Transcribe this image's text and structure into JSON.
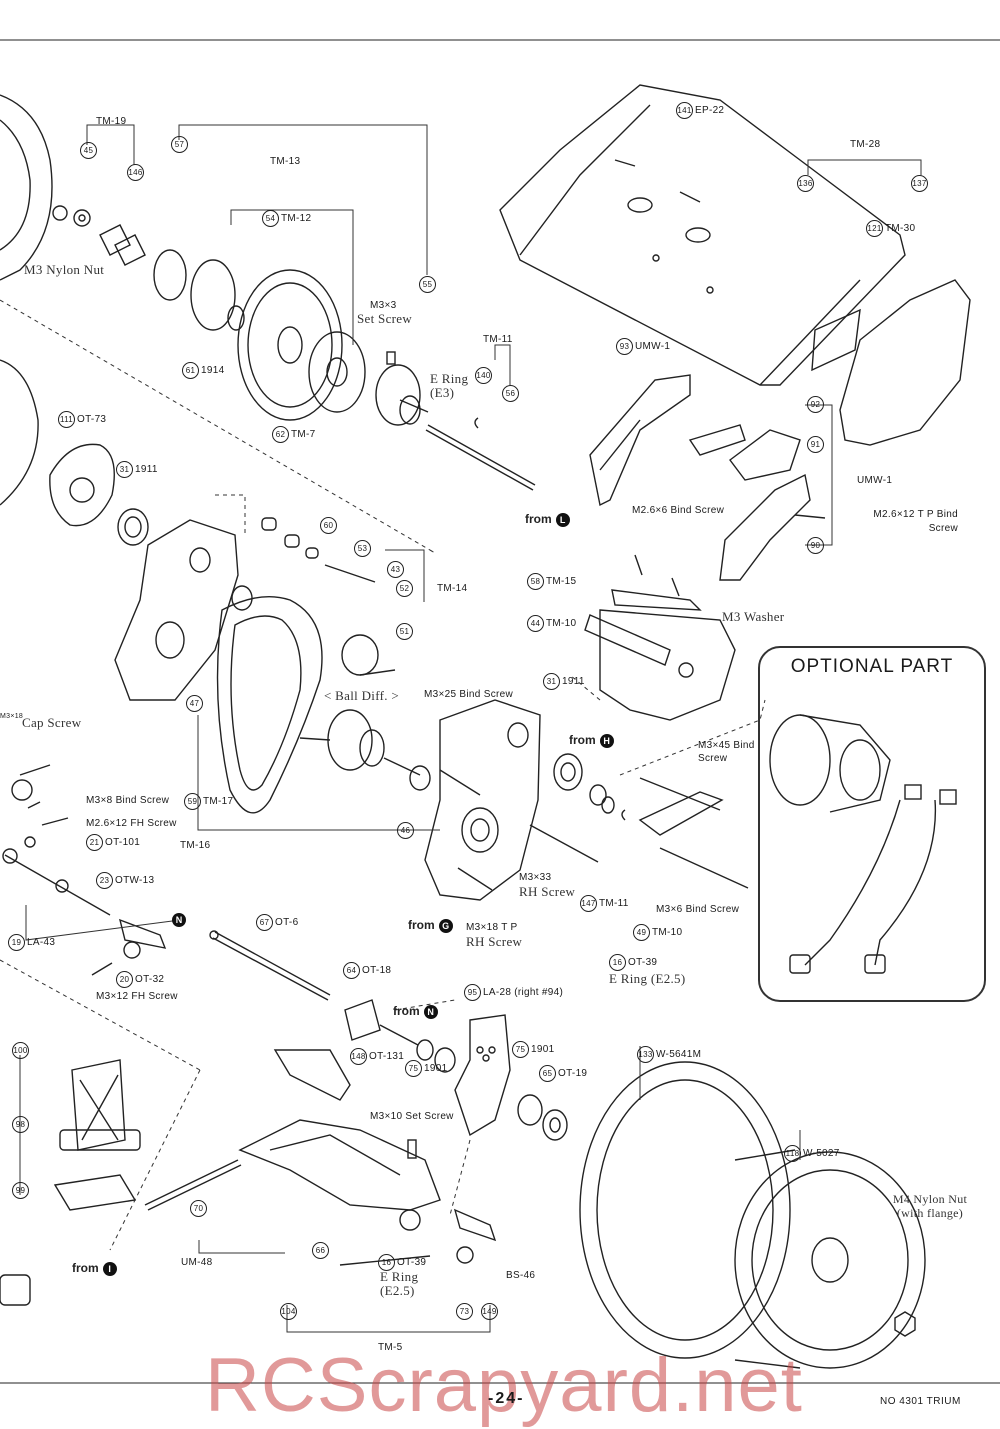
{
  "labels": {
    "tm19": "TM-19",
    "n45": "45",
    "n146": "146",
    "m3_nylon_nut": "M3 Nylon Nut",
    "n57": "57",
    "tm13": "TM-13",
    "n54_tm12": "TM-12",
    "n54": "54",
    "n55": "55",
    "m3x3": "M3×3",
    "set_screw": "Set Screw",
    "n61_1914": "1914",
    "n61": "61",
    "n62_tm7": "TM-7",
    "n62": "62",
    "e_ring_e3": "E Ring (E3)",
    "tm11_top": "TM-11",
    "n140": "140",
    "n56": "56",
    "n111_ot73": "OT-73",
    "n111": "111",
    "n31_1911a": "1911",
    "n31": "31",
    "n60": "60",
    "n53": "53",
    "n43": "43",
    "n52": "52",
    "tm14": "TM-14",
    "n51": "51",
    "n141_ep22": "EP-22",
    "n141": "141",
    "tm28": "TM-28",
    "n136": "136",
    "n137": "137",
    "n121_tm30": "TM-30",
    "n121": "121",
    "n93_umw1": "UMW-1",
    "n93": "93",
    "n92": "92",
    "n91": "91",
    "umw1": "UMW-1",
    "m26x6_bind": "M2.6×6 Bind Screw",
    "m26x12tp_bind": "M2.6×12 T P Bind Screw",
    "n90": "90",
    "n58_tm15": "TM-15",
    "n58": "58",
    "n44_tm10": "TM-10",
    "n44": "44",
    "m3_washer": "M3  Washer",
    "n31_1911b": "1911",
    "ball_diff": "< Ball Diff. >",
    "m3x25_bind": "M3×25 Bind Screw",
    "n47": "47",
    "n59_tm17": "TM-17",
    "n59": "59",
    "tm16": "TM-16",
    "n46": "46",
    "cap_screw": "Cap Screw",
    "m3x8_bind": "M3×8 Bind Screw",
    "m26x12_fh": "M2.6×12 FH Screw",
    "n21_ot101": "OT-101",
    "n21": "21",
    "n23_otw13": "OTW-13",
    "n23": "23",
    "n19_la43": "LA-43",
    "n19": "19",
    "n20_ot32": "OT-32",
    "n20": "20",
    "m3x12_fh": "M3×12 FH Screw",
    "m3x33": "M3×33",
    "rh_screw_a": "RH Screw",
    "n147_tm11": "TM-11",
    "n147": "147",
    "m3x18tp": "M3×18 T P",
    "rh_screw_b": "RH Screw",
    "m3x6_bind": "M3×6 Bind Screw",
    "n49_tm10": "TM-10",
    "n49": "49",
    "n16_ot39": "OT-39",
    "n16": "16",
    "e_ring_e25": "E Ring (E2.5)",
    "n67_ot6": "OT-6",
    "n67": "67",
    "n64_ot18": "OT-18",
    "n64": "64",
    "n95_la28": "LA-28 (right #94)",
    "n95": "95",
    "n75_1901a": "1901",
    "n75": "75",
    "n148_ot131": "OT-131",
    "n148": "148",
    "n75_1901b": "1901",
    "n65_ot19": "OT-19",
    "n65": "65",
    "n100": "100",
    "n98": "98",
    "n99": "99",
    "m3x10_set": "M3×10  Set Screw",
    "n70": "70",
    "um48": "UM-48",
    "n66": "66",
    "n16b_ot39": "OT-39",
    "e_ring_e25b": "E Ring (E2.5)",
    "bs46": "BS-46",
    "n104": "104",
    "n73": "73",
    "n149": "149",
    "tm5": "TM-5",
    "n133_w5641m": "W-5641M",
    "n133": "133",
    "n118_w5027": "W-5027",
    "n118": "118",
    "m4_nylon_nut": "M4 Nylon Nut (with flange)",
    "m3x45_bind": "M3×45 Bind Screw",
    "m3x18_cap": "M3×18"
  },
  "from_markers": {
    "from_l": {
      "text": "from",
      "letter": "L"
    },
    "from_h": {
      "text": "from",
      "letter": "H"
    },
    "from_g": {
      "text": "from",
      "letter": "G"
    },
    "from_n": {
      "text": "from",
      "letter": "N"
    },
    "from_i": {
      "text": "from",
      "letter": "I"
    },
    "n_marker": {
      "letter": "N"
    }
  },
  "optional_part": {
    "title": "OPTIONAL PART"
  },
  "footer": {
    "page_number": "-24-",
    "code": "NO 4301 TRIUM"
  },
  "watermark": "RCScrapyard.net"
}
